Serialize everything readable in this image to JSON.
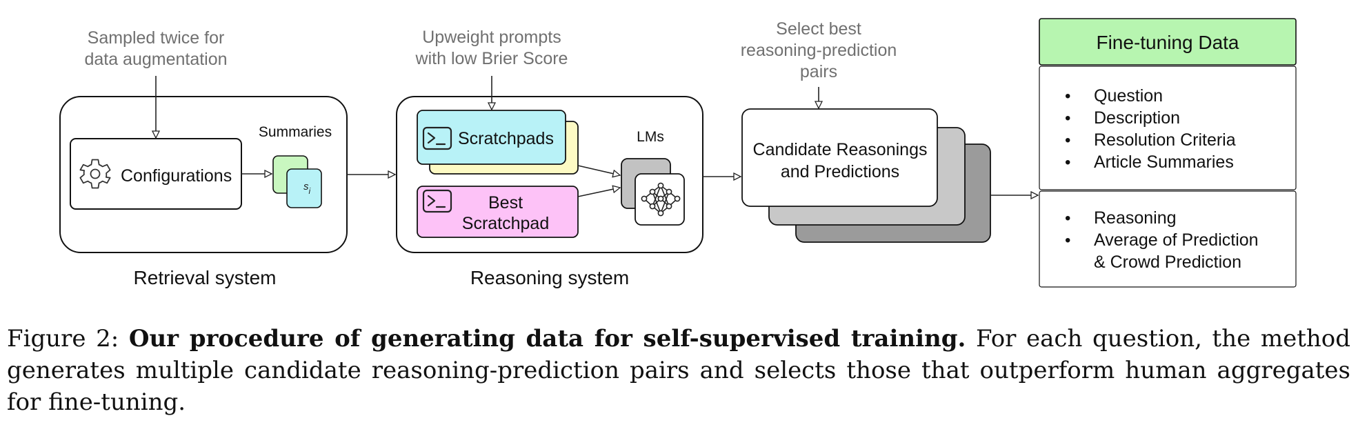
{
  "annotations": {
    "sampled_line1": "Sampled twice for",
    "sampled_line2": "data augmentation",
    "upweight_line1": "Upweight prompts",
    "upweight_line2": "with low Brier Score",
    "select_line1": "Select best",
    "select_line2": "reasoning-prediction",
    "select_line3": "pairs"
  },
  "retrieval": {
    "configurations": "Configurations",
    "summaries": "Summaries",
    "summary_symbol": "s",
    "summary_subscript": "i",
    "title": "Retrieval system"
  },
  "reasoning": {
    "scratchpads": "Scratchpads",
    "best_line1": "Best",
    "best_line2": "Scratchpad",
    "lms": "LMs",
    "title": "Reasoning system"
  },
  "candidates": {
    "line1": "Candidate Reasonings",
    "line2": "and Predictions"
  },
  "finetune": {
    "header": "Fine-tuning Data",
    "bullet": "•",
    "inputs": [
      "Question",
      "Description",
      "Resolution Criteria",
      "Article Summaries"
    ],
    "outputs": [
      "Reasoning",
      "Average of Prediction",
      "& Crowd Prediction"
    ]
  },
  "caption": {
    "label": "Figure 2: ",
    "bold": "Our procedure of generating data for self-supervised training.",
    "rest": " For each question, the method generates multiple candidate reasoning-prediction pairs and selects those that outperform human aggregates for fine-tuning."
  },
  "colors": {
    "scratchpad_fill": "#b8f2f7",
    "scratchpad_back_fill": "#fdfac4",
    "best_fill": "#fdc2f7",
    "summary_green": "#c9f7c0",
    "summary_cyan": "#b8f2f7",
    "finetune_header_fill": "#b7f5b0",
    "stack_mid": "#c8c8c8",
    "stack_back": "#9b9b9b",
    "annotation_text": "#707070"
  }
}
